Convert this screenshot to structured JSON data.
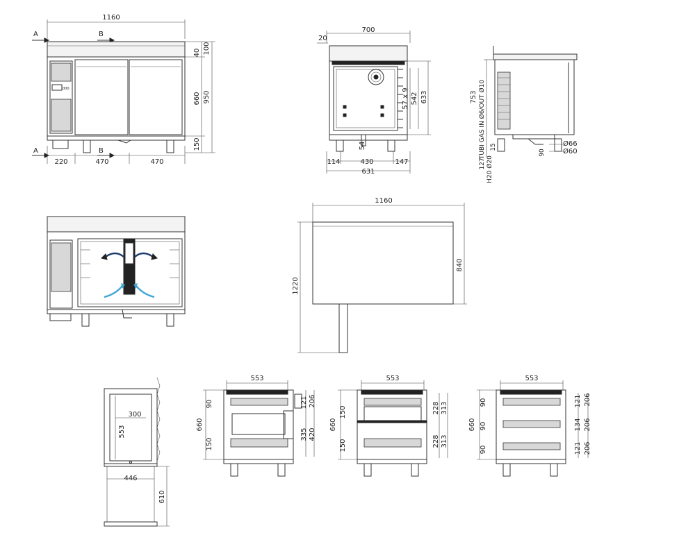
{
  "front_view": {
    "width_label": "1160",
    "section_a_top": "A",
    "section_a_bottom": "A",
    "section_b_top": "B",
    "section_b_bottom": "B",
    "dim_40": "40",
    "dim_100": "100",
    "dim_660": "660",
    "dim_950": "950",
    "dim_150": "150",
    "dim_220": "220",
    "dim_470_left": "470",
    "dim_470_right": "470"
  },
  "section_view": {
    "dim_700": "700",
    "dim_20": "20",
    "dim_57x9": "57 x 9",
    "dim_542": "542",
    "dim_633": "633",
    "dim_54": "54",
    "dim_114": "114",
    "dim_430": "430",
    "dim_147": "147",
    "dim_631": "631"
  },
  "side_view": {
    "dim_753": "753",
    "gas_pipes": "TUBI GAS IN Ø6/OUT Ø10",
    "dim_127": "127",
    "water_pipe": "H20 Ø20",
    "dim_15": "15",
    "dim_90": "90",
    "dim_d66": "Ø66",
    "dim_d60": "Ø60"
  },
  "top_view": {
    "dim_1160": "1160",
    "dim_840": "840",
    "dim_1220": "1220"
  },
  "door_view": {
    "dim_300": "300",
    "dim_553": "553",
    "dim_446": "446",
    "dim_610": "610"
  },
  "drawer_view_1": {
    "dim_553": "553",
    "dim_660": "660",
    "dim_90": "90",
    "dim_150": "150",
    "dim_121": "121",
    "dim_206": "206",
    "dim_335": "335",
    "dim_420": "420"
  },
  "drawer_view_2": {
    "dim_553": "553",
    "dim_660": "660",
    "dim_150_top": "150",
    "dim_150_bottom": "150",
    "dim_228_top": "228",
    "dim_313_top": "313",
    "dim_228_bottom": "228",
    "dim_313_bottom": "313"
  },
  "drawer_view_3": {
    "dim_553": "553",
    "dim_660": "660",
    "dim_90_a": "90",
    "dim_90_b": "90",
    "dim_90_c": "90",
    "dim_121_a": "121",
    "dim_206_a": "206",
    "dim_134": "134",
    "dim_206_b": "206",
    "dim_121_b": "121",
    "dim_206_c": "206"
  },
  "colors": {
    "airflow_cold": "#3fa7d6",
    "airflow_warm": "#1b3a6b"
  }
}
